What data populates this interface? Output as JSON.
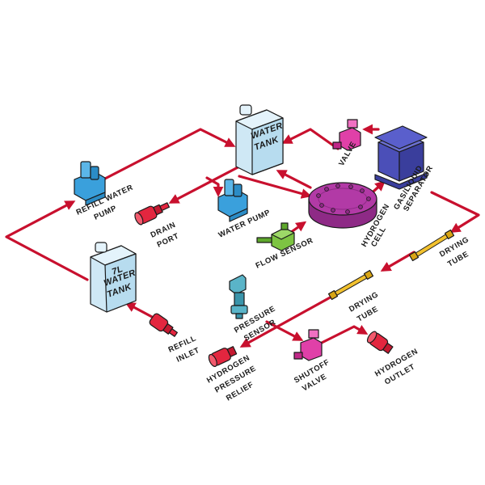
{
  "colors": {
    "pipe": "#c8102e",
    "tank": "#cfe8f5",
    "pump": "#3aa0dc",
    "red_part": "#e3263f",
    "valve_magenta": "#e040a8",
    "cell_purple": "#b23aa6",
    "separator_blue": "#4b4fb8",
    "sensor_green": "#7dc442",
    "drying_tube_yellow": "#f2c12e",
    "pressure_sensor_teal": "#5ab4c8"
  },
  "components": {
    "water_tank": {
      "label_1": "WATER",
      "label_2": "TANK"
    },
    "tank_7l": {
      "label_1": "7L",
      "label_2": "WATER",
      "label_3": "TANK"
    },
    "refill_water_pump": {
      "label_1": "REFILL WATER",
      "label_2": "PUMP"
    },
    "drain_port": {
      "label_1": "DRAIN",
      "label_2": "PORT"
    },
    "water_pump": {
      "label_1": "WATER PUMP"
    },
    "valve": {
      "label_1": "VALVE"
    },
    "separator": {
      "label_1": "GAS/LIQUID",
      "label_2": "SEPARATOR"
    },
    "hydrogen_cell": {
      "label_1": "HYDROGEN",
      "label_2": "CELL"
    },
    "flow_sensor": {
      "label_1": "FLOW SENSOR"
    },
    "drying_tube_right": {
      "label_1": "DRYING",
      "label_2": "TUBE"
    },
    "drying_tube_mid": {
      "label_1": "DRYING",
      "label_2": "TUBE"
    },
    "pressure_sensor": {
      "label_1": "PRESSURE",
      "label_2": "SENSOR"
    },
    "refill_inlet": {
      "label_1": "REFILL",
      "label_2": "INLET"
    },
    "hydrogen_pressure_relief": {
      "label_1": "HYDROGEN",
      "label_2": "PRESSURE",
      "label_3": "RELIEF"
    },
    "shutoff_valve": {
      "label_1": "SHUTOFF",
      "label_2": "VALVE"
    },
    "hydrogen_outlet": {
      "label_1": "HYDROGEN",
      "label_2": "OUTLET"
    }
  }
}
